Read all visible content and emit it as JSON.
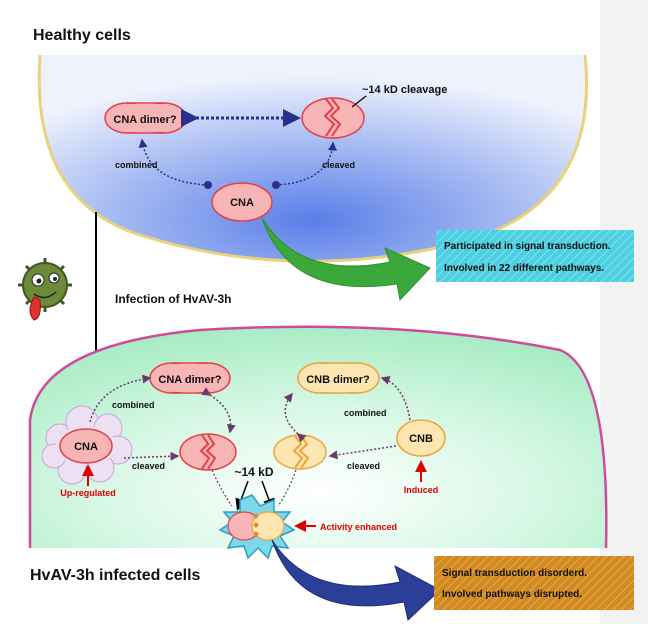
{
  "healthy": {
    "title": "Healthy cells",
    "cna_dimer": "CNA dimer?",
    "cleavage": "~14 kD cleavage",
    "combined": "combined",
    "cleaved": "cleaved",
    "cna": "CNA",
    "outcome": [
      "Participated in signal transduction.",
      "Involved in 22 different pathways."
    ]
  },
  "infection": {
    "label": "Infection of HvAV-3h"
  },
  "infected": {
    "title": "HvAV-3h infected cells",
    "cna_dimer": "CNA dimer?",
    "cnb_dimer": "CNB dimer?",
    "combined_left": "combined",
    "combined_right": "combined",
    "cleaved_left": "cleaved",
    "cleaved_right": "cleaved",
    "cna": "CNA",
    "cnb": "CNB",
    "up_regulated": "Up-regulated",
    "induced": "Induced",
    "kd": "~14 kD",
    "activity": "Activity enhanced",
    "outcome": [
      "Signal transduction disorderd.",
      "Involved pathways disrupted."
    ]
  },
  "colors": {
    "red_node": "#f7b5b5",
    "red_stroke": "#e0404a",
    "yellow_node": "#fde6b2",
    "yellow_stroke": "#e8a63c",
    "healthy_arrow": "#3aa83a",
    "infected_arrow": "#2c3f98",
    "cyan_box": "#45c6d8",
    "orange_box": "#d9922a",
    "red_arrow": "#e00000"
  }
}
